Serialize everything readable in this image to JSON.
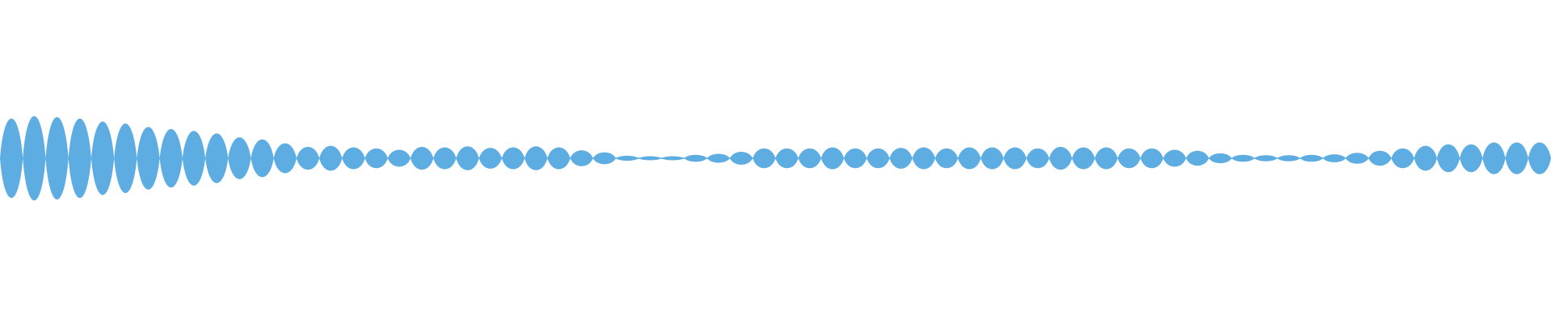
{
  "waveform": {
    "color": "#5dade2",
    "background": "#ffffff",
    "lobes": [
      0.8,
      0.85,
      0.83,
      0.8,
      0.74,
      0.7,
      0.63,
      0.59,
      0.55,
      0.5,
      0.42,
      0.38,
      0.3,
      0.23,
      0.25,
      0.22,
      0.2,
      0.17,
      0.23,
      0.22,
      0.24,
      0.21,
      0.22,
      0.24,
      0.22,
      0.16,
      0.12,
      0.05,
      0.04,
      0.04,
      0.07,
      0.09,
      0.13,
      0.2,
      0.2,
      0.2,
      0.22,
      0.2,
      0.2,
      0.21,
      0.22,
      0.2,
      0.22,
      0.22,
      0.22,
      0.2,
      0.23,
      0.22,
      0.22,
      0.2,
      0.2,
      0.17,
      0.15,
      0.1,
      0.07,
      0.06,
      0.06,
      0.07,
      0.08,
      0.11,
      0.15,
      0.2,
      0.25,
      0.28,
      0.28,
      0.32,
      0.32,
      0.32
    ]
  }
}
